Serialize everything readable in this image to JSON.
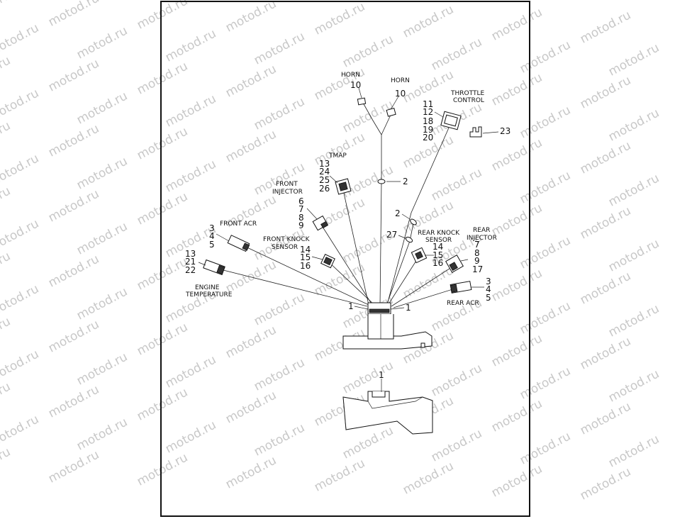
{
  "watermark": "motod.ru",
  "labels": {
    "horn_left": "HORN",
    "horn_right": "HORN",
    "throttle_1": "THROTTLE",
    "throttle_2": "CONTROL",
    "tmap": "TMAP",
    "front_injector_1": "FRONT",
    "front_injector_2": "INJECTOR",
    "front_acr": "FRONT ACR",
    "front_knock_1": "FRONT  KNOCK",
    "front_knock_2": "SENSOR",
    "rear_knock_1": "REAR KNOCK",
    "rear_knock_2": "SENSOR",
    "rear_injector_1": "REAR",
    "rear_injector_2": "INJECTOR",
    "engine_temp_1": "ENGINE",
    "engine_temp_2": "TEMPERATURE",
    "rear_acr": "REAR ACR"
  },
  "numbers": {
    "horn_left": "10",
    "horn_right": "10",
    "throttle": [
      "11",
      "12",
      "18",
      "19",
      "20"
    ],
    "item23": "23",
    "tmap": [
      "13",
      "24",
      "25",
      "26"
    ],
    "clip_top": "2",
    "front_injector": [
      "6",
      "7",
      "8",
      "9"
    ],
    "clip_mid": "2",
    "item27": "27",
    "front_acr": [
      "3",
      "4",
      "5"
    ],
    "front_knock": [
      "14",
      "15",
      "16"
    ],
    "rear_knock": [
      "14",
      "15",
      "16"
    ],
    "rear_injector": [
      "7",
      "8",
      "9",
      "17"
    ],
    "engine_temp": [
      "13",
      "21",
      "22"
    ],
    "rear_acr": [
      "3",
      "4",
      "5"
    ],
    "bracket_left": "1",
    "bracket_right": "1",
    "lower_view": "1"
  }
}
